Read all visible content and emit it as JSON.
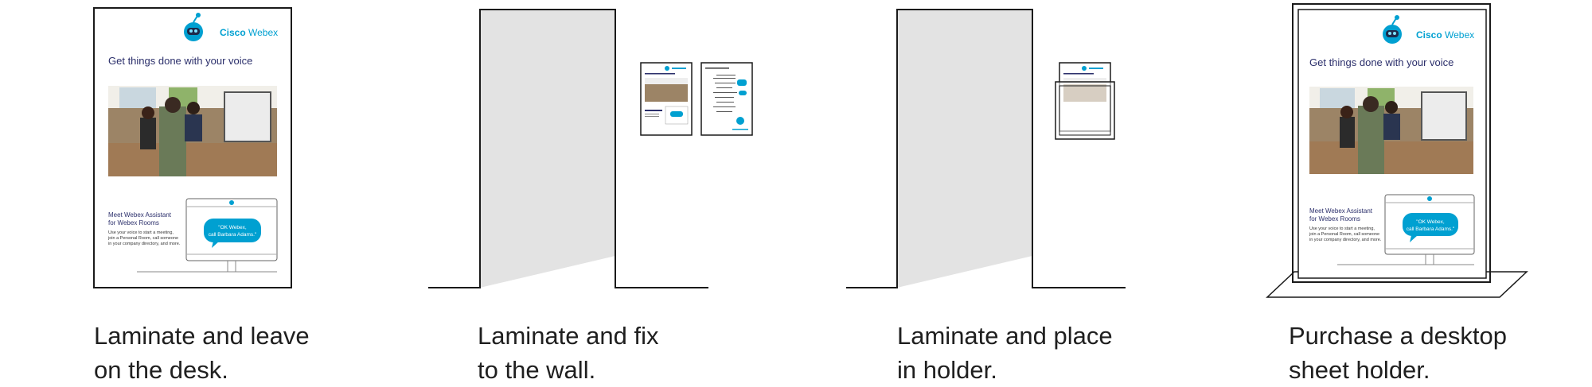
{
  "colors": {
    "accent": "#00a0d1",
    "ink": "#1a1a1a",
    "wall_shade": "#e3e3e3",
    "poster_title": "#2b2f6b"
  },
  "poster": {
    "brand_bold": "Cisco",
    "brand_rest": " Webex",
    "headline": "Get things done with your voice",
    "meet_title_1": "Meet Webex Assistant",
    "meet_title_2": "for Webex Rooms",
    "body_1": "Use your voice to start a meeting,",
    "body_2": "join a Personal Room, call someone",
    "body_3": "in your company directory, and more.",
    "bubble_1": "\"OK Webex,",
    "bubble_2": "call Barbara Adams.\""
  },
  "options": [
    {
      "line1": "Laminate and leave",
      "line2": "on the desk."
    },
    {
      "line1": "Laminate and fix",
      "line2": "to the wall."
    },
    {
      "line1": "Laminate and place",
      "line2": "in holder."
    },
    {
      "line1": "Purchase a desktop",
      "line2": "sheet holder."
    }
  ]
}
